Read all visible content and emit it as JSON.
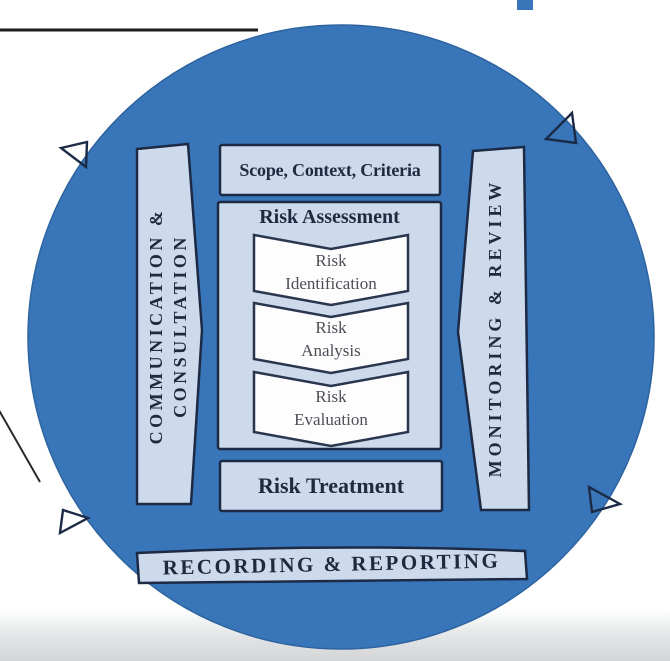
{
  "diagram": {
    "scope_box": {
      "label": "Scope, Context, Criteria"
    },
    "assessment": {
      "title": "Risk Assessment",
      "steps": [
        {
          "line1": "Risk",
          "line2": "Identification"
        },
        {
          "line1": "Risk",
          "line2": "Analysis"
        },
        {
          "line1": "Risk",
          "line2": "Evaluation"
        }
      ]
    },
    "treatment": {
      "label": "Risk Treatment"
    },
    "left_bar": {
      "line1": "COMMUNICATION &",
      "line2": "CONSULTATION"
    },
    "right_bar": {
      "label": "MONITORING & REVIEW"
    },
    "bottom_bar": {
      "label": "RECORDING & REPORTING"
    }
  },
  "colors": {
    "circle_blue": "#3876b9",
    "panel_light_blue": "#ccdaeb",
    "chevron_white": "#fdfdfe",
    "outline_navy": "#1c2a45",
    "text_navy": "#1f2940",
    "chevron_text_gray": "#4f4e58",
    "annotation_line_black": "#1d1d1f",
    "bottom_fade_gray": "#d2d4d6"
  }
}
